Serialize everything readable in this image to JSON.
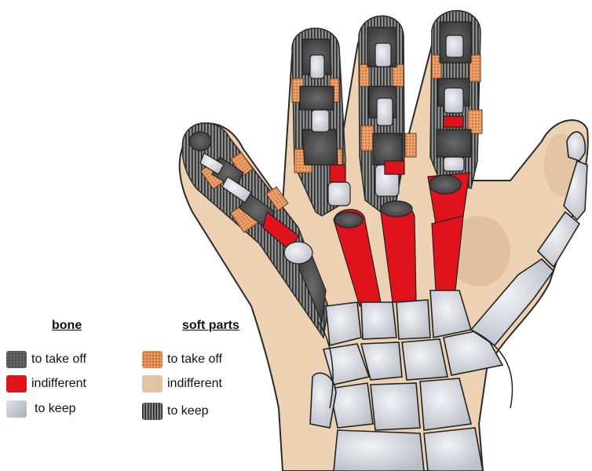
{
  "legend": {
    "bone": {
      "title": "bone",
      "items": [
        {
          "label": "to take off",
          "swatch": "dark-gray-textured",
          "color": "#555555"
        },
        {
          "label": "indifferent",
          "swatch": "red",
          "color": "#e0131c"
        },
        {
          "label": "to keep",
          "swatch": "light-gray",
          "color": "#c9ccd3"
        }
      ]
    },
    "soft_parts": {
      "title": "soft parts",
      "items": [
        {
          "label": "to take off",
          "swatch": "orange-dotted",
          "color": "#e5955e"
        },
        {
          "label": "indifferent",
          "swatch": "beige",
          "color": "#e2c4a2"
        },
        {
          "label": "to keep",
          "swatch": "black-striped",
          "color": "#3a3a3a"
        }
      ]
    }
  },
  "colors": {
    "skin": "#ecd2b3",
    "skin_shadow": "#d8b38d",
    "bone_keep": "#d6d9df",
    "bone_indifferent": "#e0131c",
    "bone_take_off": "#4a4a4a",
    "soft_take_off": "#e5955e",
    "soft_keep_stripes": "#3a3a3a",
    "outline": "#222222"
  }
}
